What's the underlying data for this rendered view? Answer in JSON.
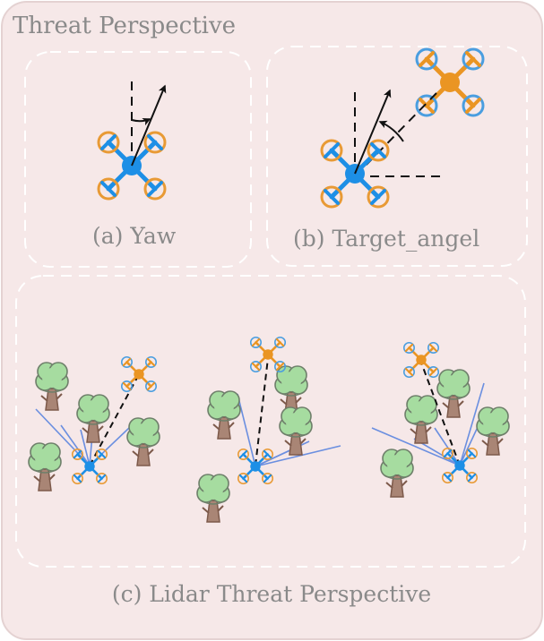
{
  "title": "Threat Perspective",
  "captions": {
    "a": "(a) Yaw",
    "b": "(b) Target_angel",
    "c": "(c) Lidar Threat Perspective"
  },
  "colors": {
    "background": "#f6e8e8",
    "drone_self": "#1d8fe6",
    "drone_target": "#ea9523",
    "rotor_ring_orange": "#e89a35",
    "rotor_ring_blue": "#4a9ee0",
    "lidar_ray": "#6b8fe0",
    "tree_canopy": "#a6dca0",
    "tree_trunk": "#a98575"
  },
  "icons": [
    "drone-icon",
    "tree-icon",
    "arrow-icon"
  ]
}
